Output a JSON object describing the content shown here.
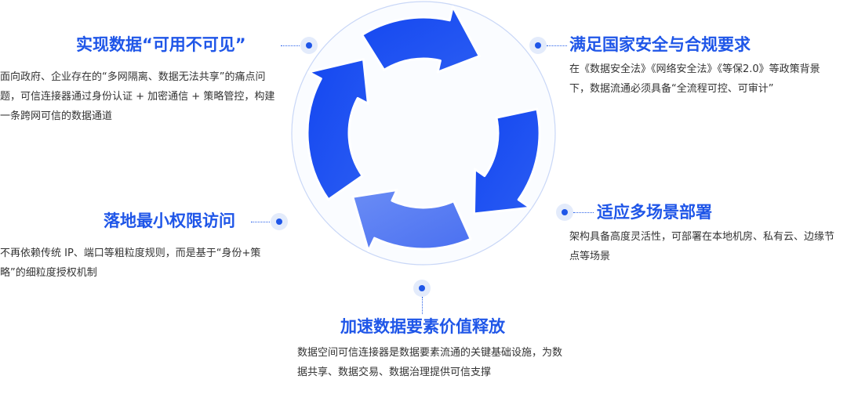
{
  "colors": {
    "title": "#1f56e8",
    "text": "#333333",
    "arrow_bright": "#1447f0",
    "arrow_light": "#5177f2",
    "dot": "#1f56e8",
    "dot_halo": "#e3ebfb"
  },
  "items": [
    {
      "title": "实现数据“可用不可见”",
      "desc": "面向政府、企业存在的“多网隔离、数据无法共享”的痛点问题，可信连接器通过身份认证 + 加密通信 + 策略管控，构建一条跨网可信的数据通道"
    },
    {
      "title": "满足国家安全与合规要求",
      "desc": "在《数据安全法》《网络安全法》《等保2.0》等政策背景下，数据流通必须具备“全流程可控、可审计”"
    },
    {
      "title": "适应多场景部署",
      "desc": "架构具备高度灵活性，可部署在本地机房、私有云、边缘节点等场景"
    },
    {
      "title": "落地最小权限访问",
      "desc": "不再依赖传统 IP、端口等粗粒度规则，而是基于“身份+策略”的细粒度授权机制"
    },
    {
      "title": "加速数据要素价值释放",
      "desc": "数据空间可信连接器是数据要素流通的关键基础设施，为数据共享、数据交易、数据治理提供可信支撑"
    }
  ]
}
